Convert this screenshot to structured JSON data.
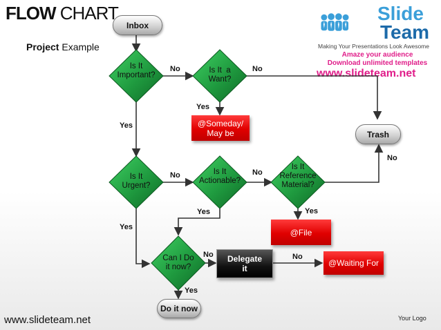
{
  "title": {
    "bold": "FLOW",
    "rest": " CHART"
  },
  "subtitle": {
    "bold": "Project",
    "rest": " Example"
  },
  "brand": {
    "name_line1": "Slide",
    "name_line2": "Team",
    "tagline": "Making Your Presentations Look Awesome",
    "promo_line1": "Amaze your audience",
    "promo_line2": "Download unlimited templates",
    "url": "www.slideteam.net",
    "accent_color": "#e01e8a",
    "blue_color": "#3b9fd9"
  },
  "nodes": {
    "inbox": "Inbox",
    "important": [
      "Is It",
      "Important?"
    ],
    "want": [
      "Is It  a",
      "Want?"
    ],
    "someday": [
      "@Someday/",
      "May be"
    ],
    "trash": "Trash",
    "urgent": [
      "Is It",
      "Urgent?"
    ],
    "actionable": [
      "Is It",
      "Actionable?"
    ],
    "reference": [
      "Is It",
      "Reference",
      "Material?"
    ],
    "file": "@File",
    "can_do": [
      "Can I Do",
      "it now?"
    ],
    "delegate": [
      "Delegate",
      "it"
    ],
    "waiting": "@Waiting For",
    "do_it_now": "Do it now"
  },
  "edge_labels": {
    "important_no": "No",
    "want_no": "No",
    "want_yes": "Yes",
    "important_yes": "Yes",
    "urgent_no": "No",
    "actionable_no": "No",
    "reference_no": "No",
    "reference_yes": "Yes",
    "actionable_yes": "Yes",
    "urgent_yes": "Yes",
    "can_do_no": "No",
    "delegate_no": "No",
    "can_do_yes": "Yes"
  },
  "colors": {
    "diamond": "#1f9a3f",
    "red_box": "#e00000",
    "arrow": "#333333"
  },
  "footer": {
    "website": "www.slideteam.net",
    "your_logo": "Your Logo"
  }
}
